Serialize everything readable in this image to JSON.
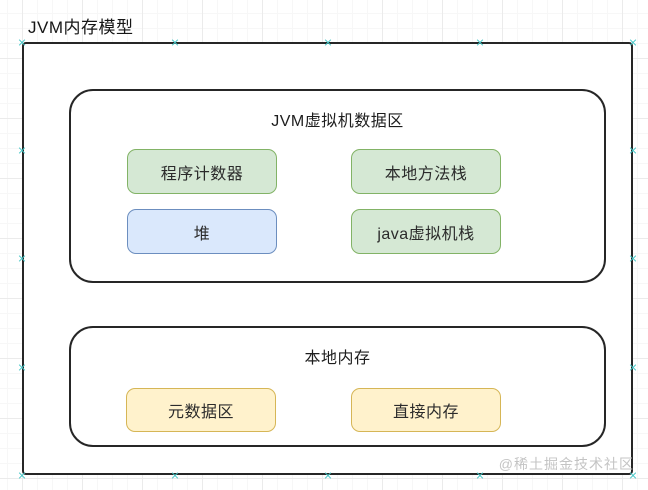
{
  "page_title": "JVM内存模型",
  "watermark": "@稀土掘金技术社区",
  "diagram": {
    "vm_area": {
      "title": "JVM虚拟机数据区",
      "cells": [
        {
          "label": "程序计数器",
          "variant": "green"
        },
        {
          "label": "本地方法栈",
          "variant": "green"
        },
        {
          "label": "堆",
          "variant": "blue"
        },
        {
          "label": "java虚拟机栈",
          "variant": "green"
        }
      ]
    },
    "native_memory": {
      "title": "本地内存",
      "cells": [
        {
          "label": "元数据区",
          "variant": "yellow"
        },
        {
          "label": "直接内存",
          "variant": "yellow"
        }
      ]
    }
  },
  "icons": {
    "connection_point_icon": "×"
  },
  "palette": {
    "green_fill": "#d5e8d4",
    "green_border": "#82b366",
    "blue_fill": "#dae8fc",
    "blue_border": "#6c8ebf",
    "yellow_fill": "#fff2cc",
    "yellow_border": "#d6b656",
    "outline": "#262626",
    "connection_point": "#45c7c7",
    "watermark_color": "#c4c4c4"
  }
}
